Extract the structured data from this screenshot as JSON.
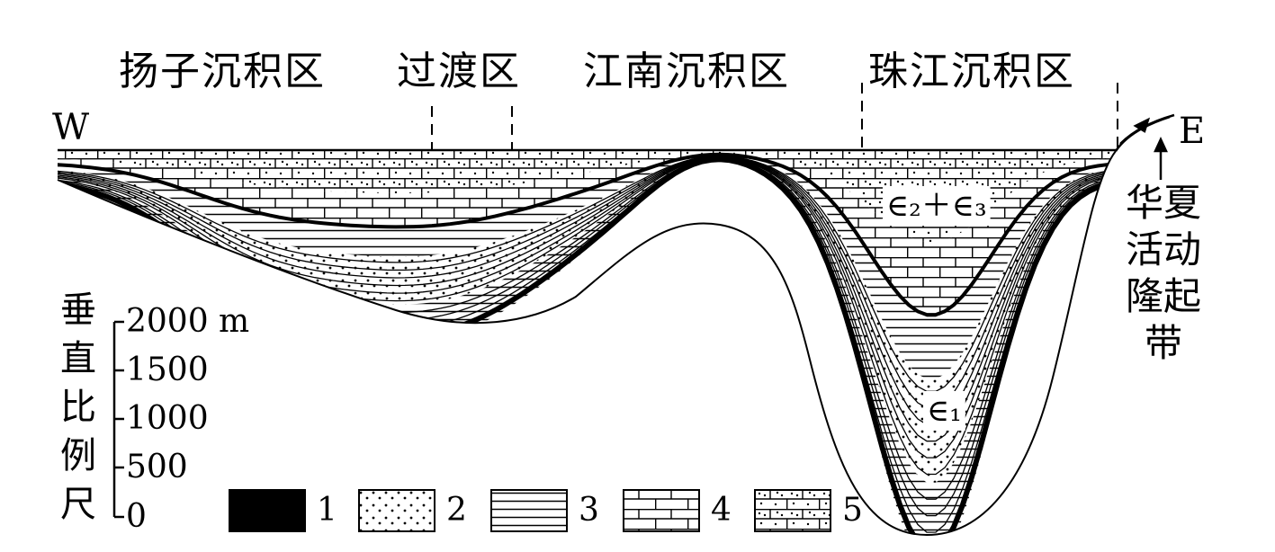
{
  "zones": [
    {
      "key": "yangtze",
      "label": "扬子沉积区"
    },
    {
      "key": "transition",
      "label": "过渡区"
    },
    {
      "key": "jiangnan",
      "label": "江南沉积区"
    },
    {
      "key": "zhujiang",
      "label": "珠江沉积区"
    }
  ],
  "directions": {
    "west": "W",
    "east": "E"
  },
  "uplift_label": [
    "华夏",
    "活动",
    "隆起带"
  ],
  "strata_labels": {
    "upper": "∈₂＋∈₃",
    "lower": "∈₁"
  },
  "scale": {
    "title_chars": [
      "垂",
      "直",
      "比",
      "例",
      "尺"
    ],
    "ticks": [
      "2000 m",
      "1500",
      "1000",
      "500",
      "0"
    ]
  },
  "legend": [
    {
      "num": "1",
      "pattern": "black"
    },
    {
      "num": "2",
      "pattern": "dots"
    },
    {
      "num": "3",
      "pattern": "lines"
    },
    {
      "num": "4",
      "pattern": "bricks"
    },
    {
      "num": "5",
      "pattern": "dotted-bricks"
    }
  ]
}
